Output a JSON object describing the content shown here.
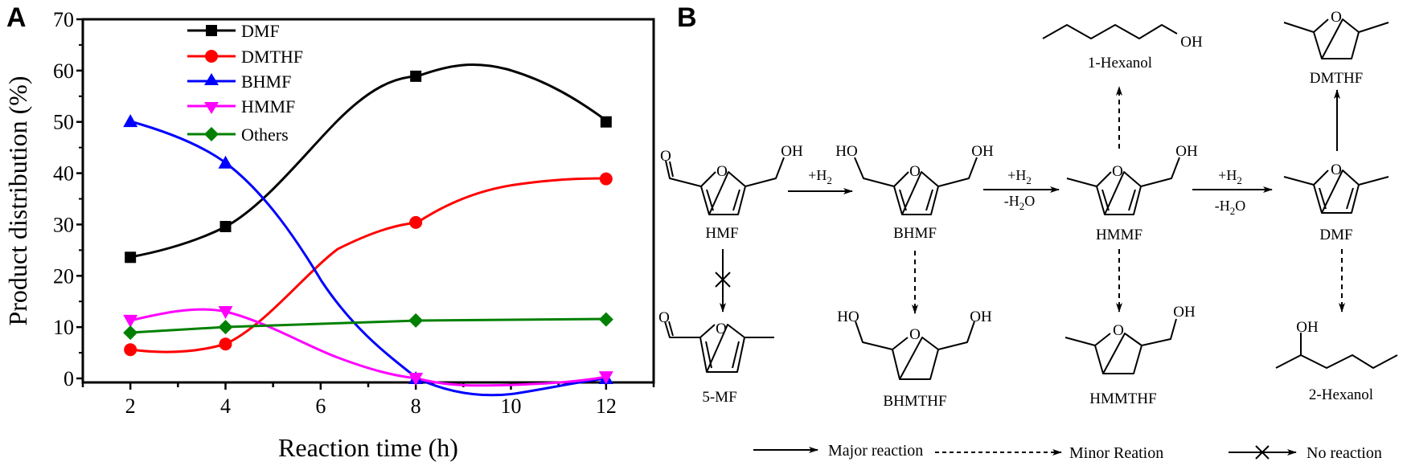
{
  "panel_a": {
    "letter": "A",
    "xlabel": "Reaction time (h)",
    "ylabel": "Product distribution (%)",
    "xticks": [
      "2",
      "4",
      "6",
      "8",
      "10",
      "12"
    ],
    "yticks": [
      "0",
      "10",
      "20",
      "30",
      "40",
      "50",
      "60",
      "70"
    ],
    "legend": [
      "DMF",
      "DMTHF",
      "BHMF",
      "HMMF",
      "Others"
    ]
  },
  "panel_b": {
    "letter": "B",
    "compounds": {
      "hmf": "HMF",
      "bhmf": "BHMF",
      "hmmf": "HMMF",
      "dmf": "DMF",
      "dmthf": "DMTHF",
      "hexanol1": "1-Hexanol",
      "mf5": "5-MF",
      "bhmthf": "BHMTHF",
      "hmmthf": "HMMTHF",
      "hexanol2": "2-Hexanol"
    },
    "atoms": {
      "o": "O",
      "oh": "OH",
      "ho": "HO"
    },
    "conditions": {
      "plus_h2_prefix": "+H",
      "minus_h2o_prefix": "-H",
      "minus_h2o_suffix": "O",
      "subscript_2": "2"
    },
    "key": {
      "major": "Major reaction",
      "minor": "Minor Reation",
      "none": "No reaction"
    }
  },
  "chart_data": {
    "type": "line",
    "title": "",
    "xlabel": "Reaction time (h)",
    "ylabel": "Product distribution (%)",
    "xlim": [
      1,
      13
    ],
    "ylim": [
      0,
      70
    ],
    "grid": false,
    "legend_position": "upper-left-inside",
    "x": [
      2,
      4,
      8,
      12
    ],
    "series": [
      {
        "name": "DMF",
        "color": "#000000",
        "marker": "square",
        "values": [
          23.6,
          29.6,
          58.9,
          50.0
        ]
      },
      {
        "name": "DMTHF",
        "color": "#ff0000",
        "marker": "circle",
        "values": [
          5.6,
          6.7,
          30.4,
          38.9
        ]
      },
      {
        "name": "BHMF",
        "color": "#0000ff",
        "marker": "triangle-up",
        "values": [
          50.1,
          42.0,
          0.0,
          0.0
        ]
      },
      {
        "name": "HMMF",
        "color": "#ff00ff",
        "marker": "triangle-down",
        "values": [
          11.3,
          13.0,
          0.0,
          0.3
        ]
      },
      {
        "name": "Others",
        "color": "#008000",
        "marker": "diamond",
        "values": [
          8.9,
          10.0,
          11.3,
          11.5
        ]
      }
    ]
  }
}
